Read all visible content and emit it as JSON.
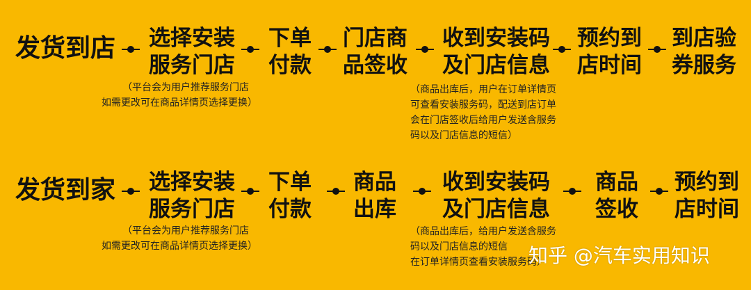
{
  "row1": {
    "title": "发货到店",
    "steps": [
      {
        "l1": "选择安装",
        "l2": "服务门店"
      },
      {
        "l1": "下单",
        "l2": "付款"
      },
      {
        "l1": "门店商",
        "l2": "品签收"
      },
      {
        "l1": "收到安装码",
        "l2": "及门店信息"
      },
      {
        "l1": "预约到",
        "l2": "店时间"
      },
      {
        "l1": "到店验",
        "l2": "券服务"
      }
    ],
    "note_left": [
      "（平台会为用户推荐服务门店",
      "如需更改可在商品详情页选择更换）"
    ],
    "note_right": [
      "（商品出库后，用户在订单详情页",
      "可查看安装服务码，配送到店订单",
      "会在门店签收后给用户发送含服务",
      "码以及门店信息的短信）"
    ]
  },
  "row2": {
    "title": "发货到家",
    "steps": [
      {
        "l1": "选择安装",
        "l2": "服务门店"
      },
      {
        "l1": "下单",
        "l2": "付款"
      },
      {
        "l1": "商品",
        "l2": "出库"
      },
      {
        "l1": "收到安装码",
        "l2": "及门店信息"
      },
      {
        "l1": "商品",
        "l2": "签收"
      },
      {
        "l1": "预约到",
        "l2": "店时间"
      }
    ],
    "note_left": [
      "（平台会为用户推荐服务门店",
      "如需更改可在商品详情页选择更换）"
    ],
    "note_right": [
      "（商品出库后，给用户发送含服务",
      "码以及门店信息的短信",
      "在订单详情页查看安装服务码）"
    ]
  },
  "watermark": "知乎 @汽车实用知识"
}
